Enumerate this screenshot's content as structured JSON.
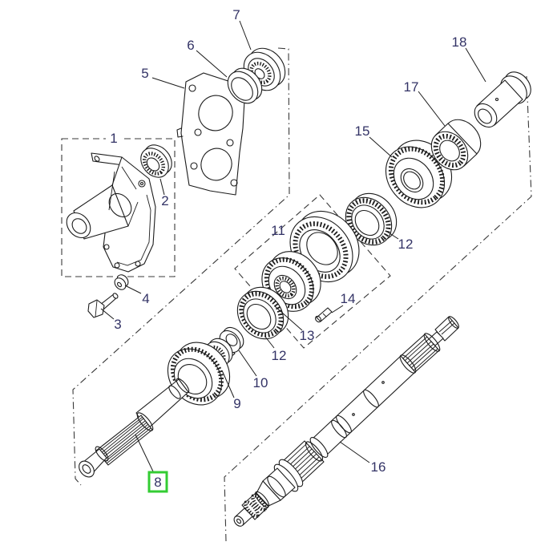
{
  "diagram": {
    "highlighted_part": "8",
    "callouts": {
      "c1": "1",
      "c2": "2",
      "c3": "3",
      "c4": "4",
      "c5": "5",
      "c6": "6",
      "c7": "7",
      "c8": "8",
      "c9": "9",
      "c10": "10",
      "c11": "11",
      "c12a": "12",
      "c12b": "12",
      "c13": "13",
      "c14": "14",
      "c15": "15",
      "c16": "16",
      "c17": "17",
      "c18": "18"
    },
    "colors": {
      "callout_text": "#333366",
      "line": "#1c1c1c",
      "outline_dash": "#3a3a3a",
      "highlight_box": "#33cc33",
      "background": "#ffffff"
    }
  }
}
